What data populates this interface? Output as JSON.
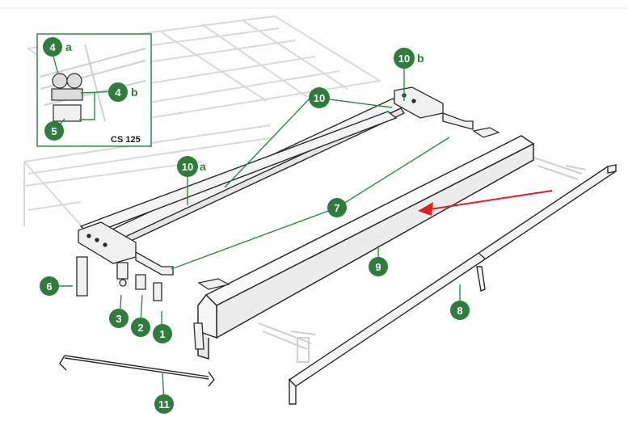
{
  "colors": {
    "callout": "#2e7d3c",
    "leader": "#2e8b45",
    "arrow": "#e02020",
    "line": "#2a2a2a",
    "ghost": "#d9d9d9",
    "fill": "#f4f4f4"
  },
  "callouts": {
    "c1": {
      "num": "1"
    },
    "c2": {
      "num": "2"
    },
    "c3": {
      "num": "3"
    },
    "c4a": {
      "num": "4",
      "suffix": "a"
    },
    "c4b": {
      "num": "4",
      "suffix": "b"
    },
    "c5": {
      "num": "5"
    },
    "c6": {
      "num": "6"
    },
    "c7": {
      "num": "7"
    },
    "c8": {
      "num": "8"
    },
    "c9": {
      "num": "9"
    },
    "c10": {
      "num": "10"
    },
    "c10a": {
      "num": "10",
      "suffix": "a"
    },
    "c10b": {
      "num": "10",
      "suffix": "b"
    },
    "c11": {
      "num": "11"
    }
  },
  "inset": {
    "label": "CS 125"
  }
}
